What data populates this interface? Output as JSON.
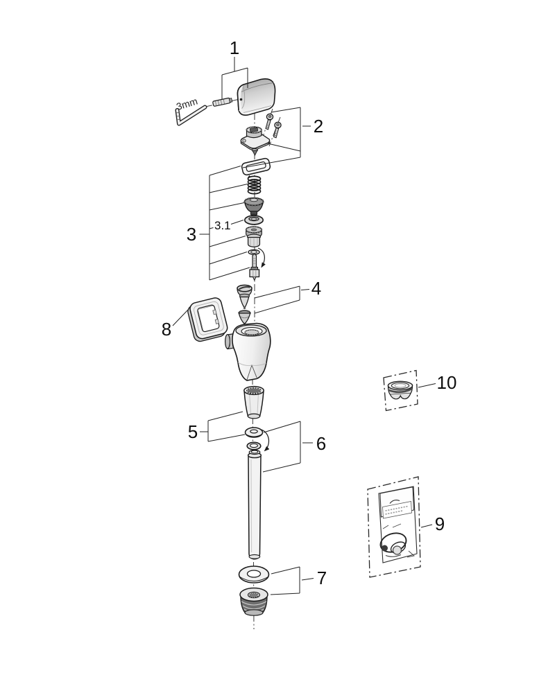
{
  "figure": {
    "type": "exploded-parts-diagram",
    "background": "#ffffff",
    "line_color": "#1a1a1a",
    "callouts": {
      "l1": "1",
      "l2": "2",
      "l3": "3",
      "l3_1": "3.1",
      "l4": "4",
      "l5": "5",
      "l6": "6",
      "l7": "7",
      "l8": "8",
      "l9": "9",
      "l10": "10"
    },
    "annotations": {
      "tool_size": "3mm"
    }
  }
}
